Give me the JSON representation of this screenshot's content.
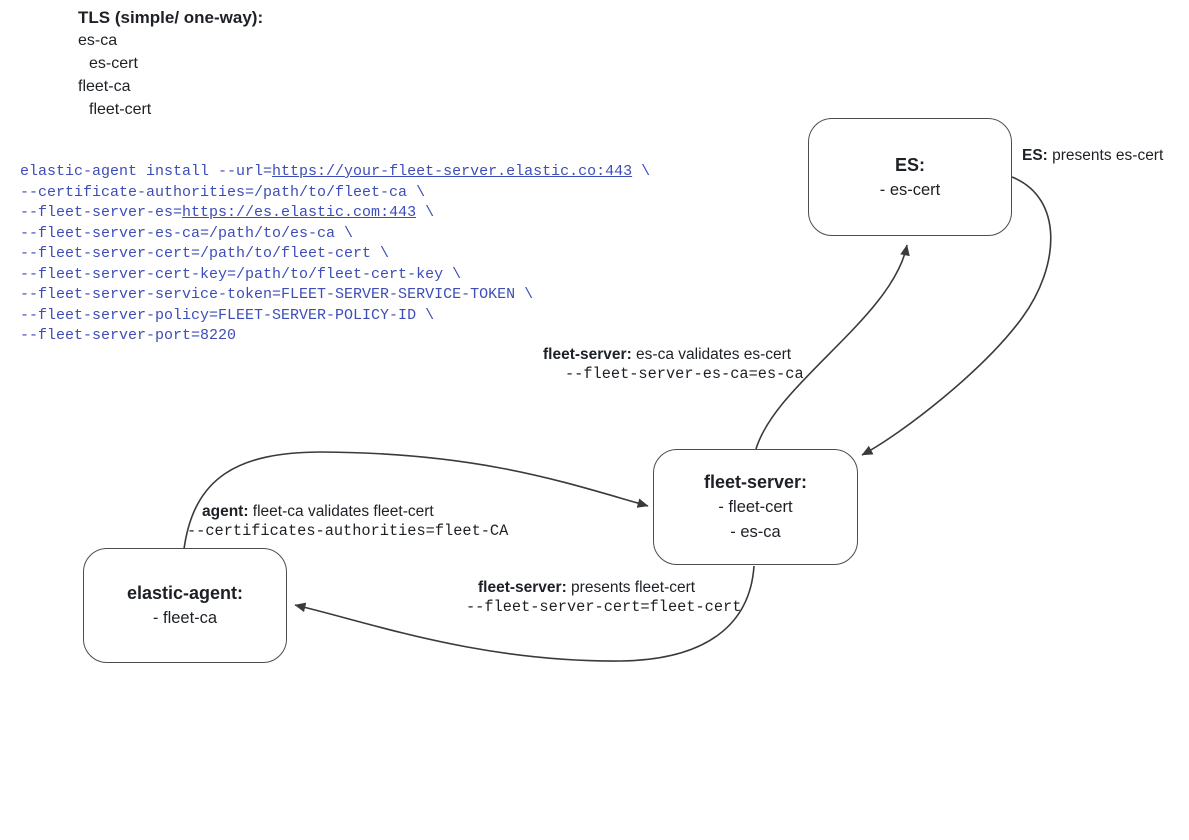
{
  "legend": {
    "title": "TLS (simple/ one-way):",
    "items": [
      {
        "label": "es-ca"
      },
      {
        "label": "es-cert"
      },
      {
        "label": "fleet-ca"
      },
      {
        "label": "fleet-cert"
      }
    ]
  },
  "command": {
    "lines": [
      [
        {
          "t": "elastic-agent install --url=",
          "link": false
        },
        {
          "t": "https://your-fleet-server.elastic.co:443",
          "link": true
        },
        {
          "t": " \\",
          "link": false
        }
      ],
      [
        {
          "t": "--certificate-authorities=/path/to/fleet-ca \\",
          "link": false
        }
      ],
      [
        {
          "t": "--fleet-server-es=",
          "link": false
        },
        {
          "t": "https://es.elastic.com:443",
          "link": true
        },
        {
          "t": " \\",
          "link": false
        }
      ],
      [
        {
          "t": "--fleet-server-es-ca=/path/to/es-ca \\",
          "link": false
        }
      ],
      [
        {
          "t": "--fleet-server-cert=/path/to/fleet-cert \\",
          "link": false
        }
      ],
      [
        {
          "t": "--fleet-server-cert-key=/path/to/fleet-cert-key \\",
          "link": false
        }
      ],
      [
        {
          "t": "--fleet-server-service-token=FLEET-SERVER-SERVICE-TOKEN \\",
          "link": false
        }
      ],
      [
        {
          "t": "--fleet-server-policy=FLEET-SERVER-POLICY-ID \\",
          "link": false
        }
      ],
      [
        {
          "t": "--fleet-server-port=8220",
          "link": false
        }
      ]
    ]
  },
  "nodes": {
    "es": {
      "title": "ES:",
      "items": [
        "- es-cert"
      ]
    },
    "fleet_server": {
      "title": "fleet-server:",
      "items": [
        "- fleet-cert",
        "- es-ca"
      ]
    },
    "elastic_agent": {
      "title": "elastic-agent:",
      "items": [
        "- fleet-ca"
      ]
    }
  },
  "edge_labels": {
    "es_presents": {
      "bold": "ES:",
      "text": " presents es-cert"
    },
    "fleet_validates": {
      "bold": "fleet-server:",
      "text": " es-ca validates es-cert",
      "mono": "--fleet-server-es-ca=es-ca"
    },
    "agent_validates": {
      "bold": "agent:",
      "text": " fleet-ca validates fleet-cert",
      "mono": "--certificates-authorities=fleet-CA"
    },
    "fleet_presents": {
      "bold": "fleet-server:",
      "text": " presents fleet-cert",
      "mono": "--fleet-server-cert=fleet-cert"
    }
  },
  "colors": {
    "stroke": "#3a3a3a",
    "box_border": "#4d4d4d",
    "code": "#3d4db8",
    "text": "#1d2126"
  }
}
